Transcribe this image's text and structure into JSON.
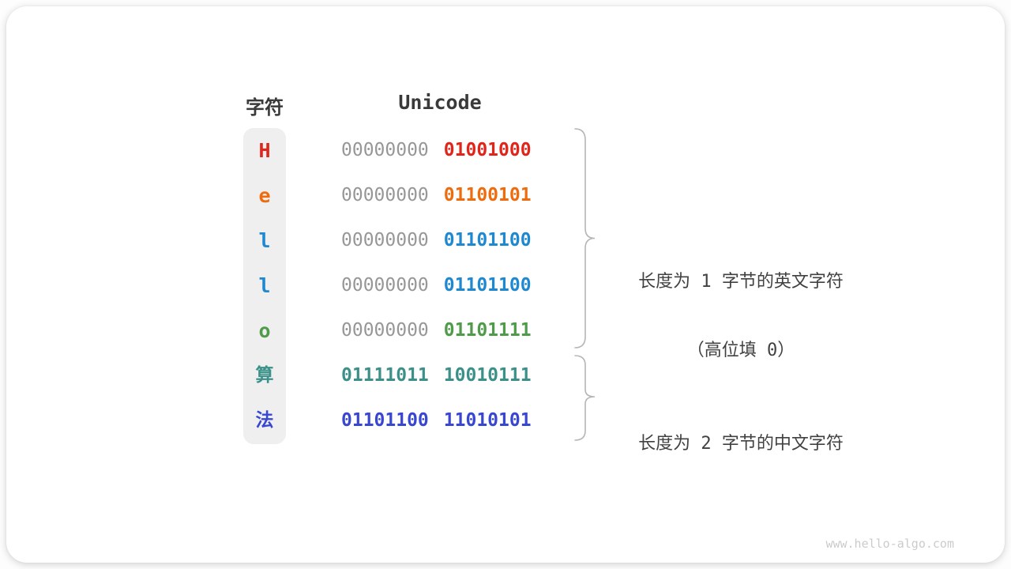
{
  "diagram": {
    "header": {
      "char_label": "字符",
      "unicode_label": "Unicode"
    },
    "rows": [
      {
        "char": "H",
        "cjk": false,
        "color": "#e1251b",
        "byte1": "00000000",
        "byte1_gray": true,
        "byte2": "01001000"
      },
      {
        "char": "e",
        "cjk": false,
        "color": "#ee6c0e",
        "byte1": "00000000",
        "byte1_gray": true,
        "byte2": "01100101"
      },
      {
        "char": "l",
        "cjk": false,
        "color": "#1e88d0",
        "byte1": "00000000",
        "byte1_gray": true,
        "byte2": "01101100"
      },
      {
        "char": "l",
        "cjk": false,
        "color": "#1e88d0",
        "byte1": "00000000",
        "byte1_gray": true,
        "byte2": "01101100"
      },
      {
        "char": "o",
        "cjk": false,
        "color": "#4f9b49",
        "byte1": "00000000",
        "byte1_gray": true,
        "byte2": "01101111"
      },
      {
        "char": "算",
        "cjk": true,
        "color": "#3b9189",
        "byte1": "01111011",
        "byte1_gray": false,
        "byte2": "10010111"
      },
      {
        "char": "法",
        "cjk": true,
        "color": "#3847d1",
        "byte1": "01101100",
        "byte1_gray": false,
        "byte2": "11010101"
      }
    ],
    "annotations": [
      {
        "lines": [
          "长度为 1 字节的英文字符",
          "（高位填 0）"
        ]
      },
      {
        "lines": [
          "长度为 2 字节的中文字符"
        ]
      }
    ],
    "watermark": "www.hello-algo.com",
    "colors": {
      "heading": "#3a3a3a",
      "annotation": "#414141",
      "gray_bits": "#979797",
      "column_bg": "#efefef",
      "brace": "#b5b5b5",
      "watermark": "#cbcbcb"
    }
  }
}
